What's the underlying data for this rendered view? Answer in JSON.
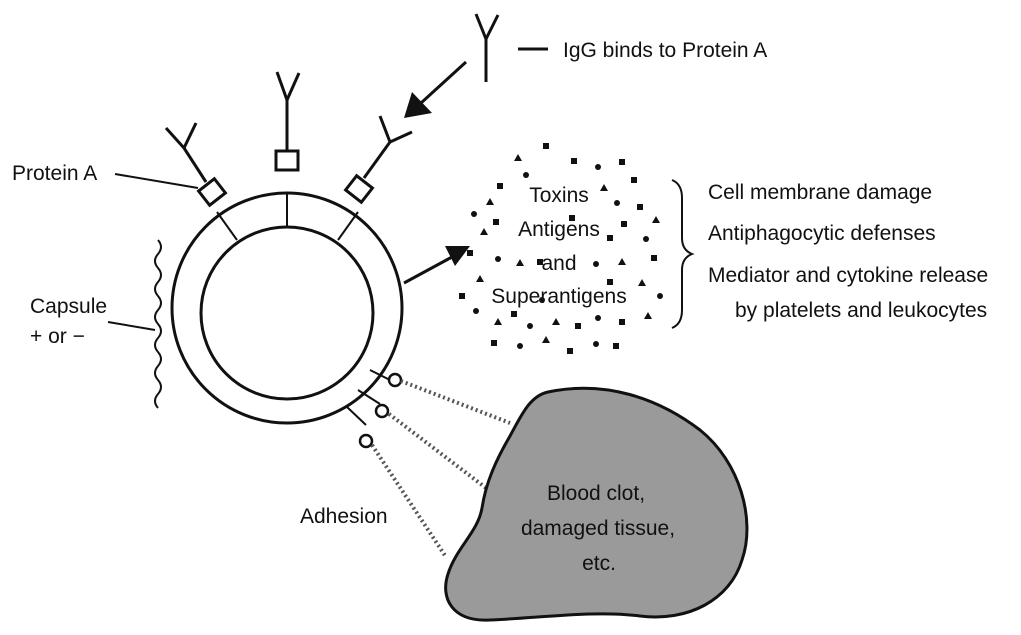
{
  "colors": {
    "ink": "#111111",
    "clot_fill": "#9a9a9a",
    "background": "#ffffff"
  },
  "labels": {
    "igg": "IgG binds to Protein A",
    "protein_a": "Protein A",
    "capsule_line1": "Capsule",
    "capsule_line2": "+ or −",
    "adhesion": "Adhesion"
  },
  "secreted": {
    "lines": [
      "Toxins",
      "Antigens",
      "and",
      "Superantigens"
    ]
  },
  "effects": {
    "items": [
      "Cell membrane damage",
      "Antiphagocytic defenses",
      "Mediator and cytokine release",
      "by platelets and leukocytes"
    ]
  },
  "clot": {
    "lines": [
      "Blood clot,",
      "damaged tissue,",
      "etc."
    ]
  },
  "icons": [
    "antibody-icon",
    "protein-a-block-icon",
    "arrow-icon",
    "brace-icon"
  ]
}
